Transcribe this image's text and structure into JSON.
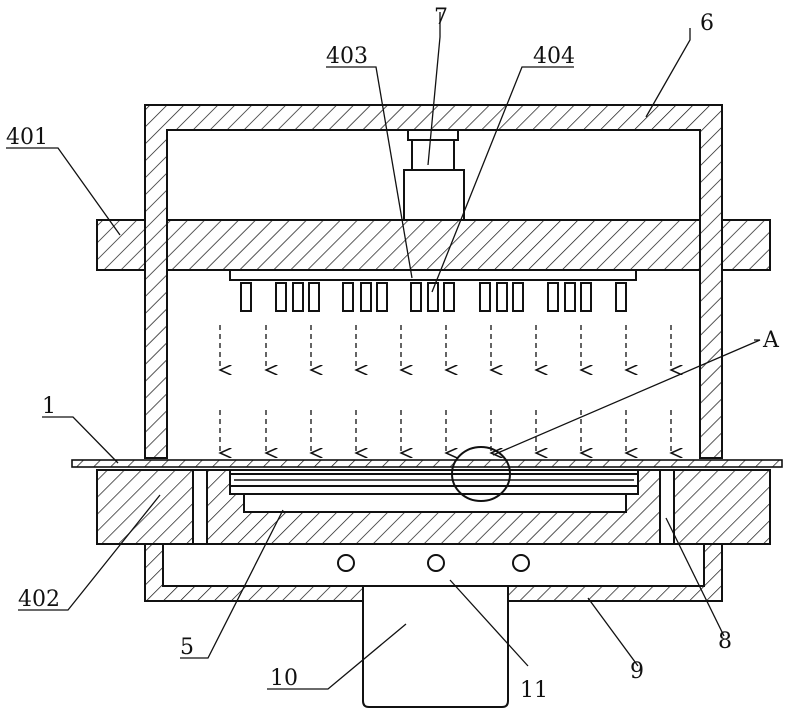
{
  "labels": {
    "l1": "1",
    "l401": "401",
    "l402": "402",
    "l403": "403",
    "l404": "404",
    "l5": "5",
    "l6": "6",
    "l7": "7",
    "l8": "8",
    "l9": "9",
    "l10": "10",
    "l11": "11",
    "lA": "A"
  }
}
